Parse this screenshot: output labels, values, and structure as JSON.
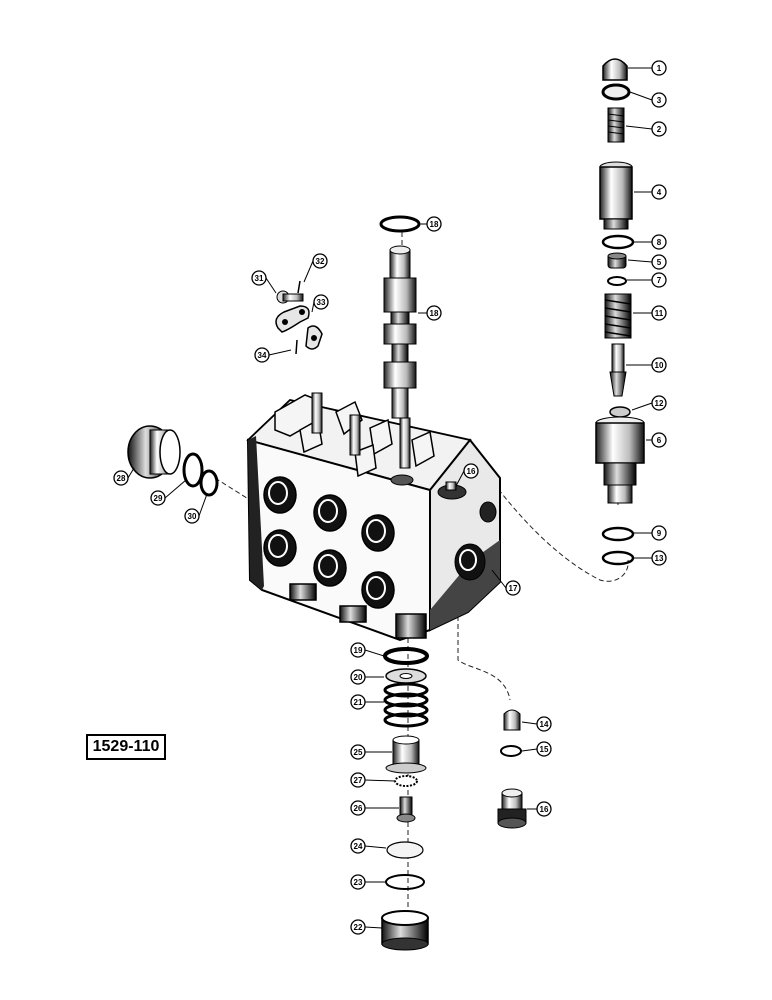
{
  "figure_ref": "1529-110",
  "callouts": [
    "1",
    "3",
    "2",
    "4",
    "8",
    "5",
    "7",
    "11",
    "10",
    "12",
    "6",
    "9",
    "13",
    "18",
    "18",
    "32",
    "31",
    "33",
    "34",
    "28",
    "29",
    "30",
    "16",
    "17",
    "19",
    "20",
    "21",
    "25",
    "27",
    "26",
    "24",
    "23",
    "22",
    "14",
    "15",
    "16"
  ],
  "colors": {
    "ink": "#111111",
    "paper": "#ffffff",
    "shadow": "#444444"
  }
}
